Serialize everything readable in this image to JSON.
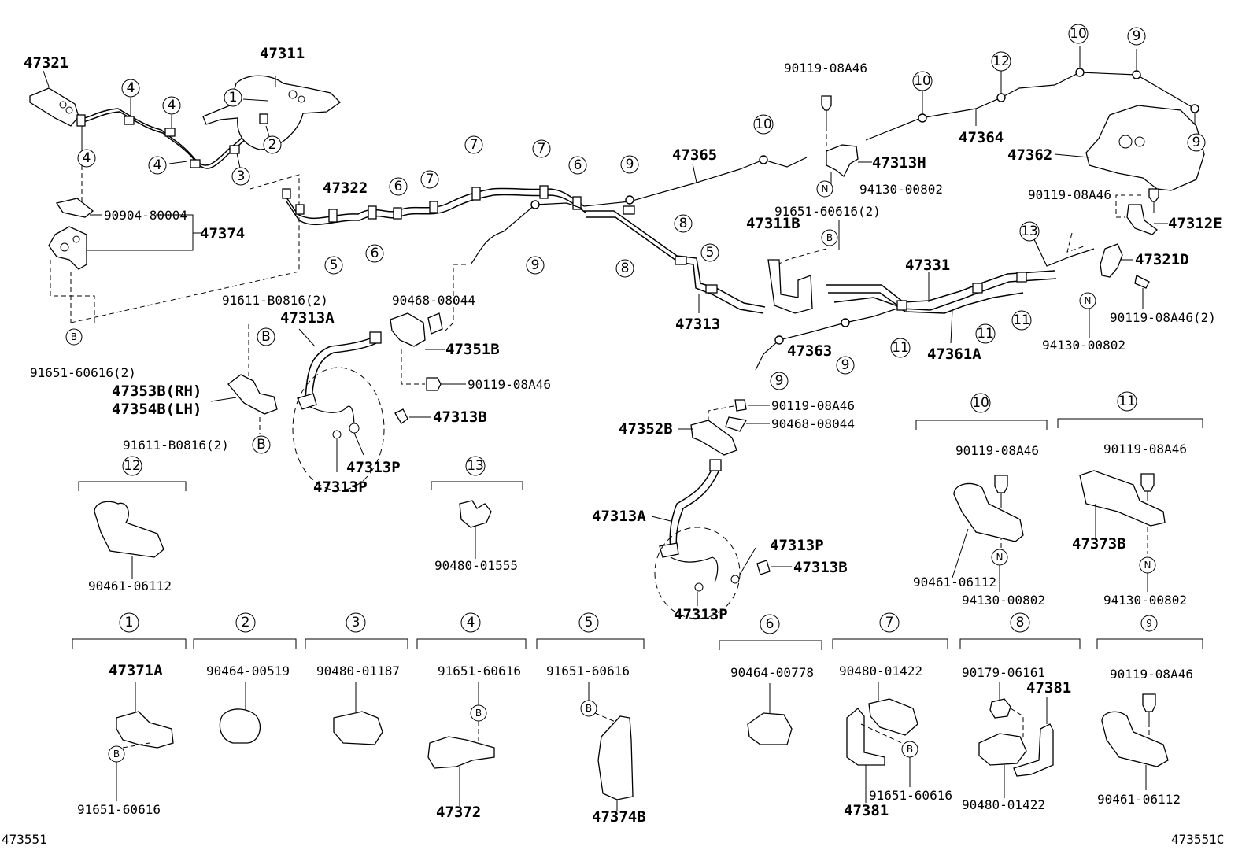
{
  "labels": {
    "p47321": "47321",
    "p47311": "47311",
    "p90904": "90904-80004",
    "p47374": "47374",
    "p91651_l": "91651-60616(2)",
    "p47322": "47322",
    "p91611_top": "91611-B0816(2)",
    "p47313A_1": "47313A",
    "p47353B": "47353B(RH)",
    "p47354B": "47354B(LH)",
    "p91611_bot": "91611-B0816(2)",
    "p47313B_1": "47313B",
    "p47313P_1": "47313P",
    "p47313P_2": "47313P",
    "p90468_1": "90468-08044",
    "p47351B": "47351B",
    "p90119_a": "90119-08A46",
    "p47365": "47365",
    "p90119_top": "90119-08A46",
    "p47313H": "47313H",
    "p94130_top": "94130-00802",
    "p91651_mid": "91651-60616(2)",
    "p47311B": "47311B",
    "p47313": "47313",
    "p47331": "47331",
    "p47363": "47363",
    "p47361A": "47361A",
    "p47364": "47364",
    "p47362": "47362",
    "p90119_right": "90119-08A46",
    "p47312E": "47312E",
    "p47321D": "47321D",
    "p90119_right2": "90119-08A46(2)",
    "p94130_right": "94130-00802",
    "p90119_b": "90119-08A46",
    "p90468_2": "90468-08044",
    "p47352B": "47352B",
    "p47313A_2": "47313A",
    "p47313P_3": "47313P",
    "p47313B_2": "47313B",
    "p47313P_4": "47313P",
    "p90461_12": "90461-06112",
    "p90480_01555": "90480-01555",
    "p90119_10": "90119-08A46",
    "p90461_10": "90461-06112",
    "p94130_10": "94130-00802",
    "p90119_11": "90119-08A46",
    "p47373B": "47373B",
    "p94130_11": "94130-00802",
    "p47371A": "47371A",
    "p91651_1": "91651-60616",
    "p90464_00519": "90464-00519",
    "p90480_01187": "90480-01187",
    "p91651_4": "91651-60616",
    "p47372": "47372",
    "p91651_5": "91651-60616",
    "p47374B": "47374B",
    "p90464_00778": "90464-00778",
    "p90480_01422a": "90480-01422",
    "p91651_7": "91651-60616",
    "p47381a": "47381",
    "p90179": "90179-06161",
    "p47381b": "47381",
    "p90480_01422b": "90480-01422",
    "p90119_9": "90119-08A46",
    "p90461_9": "90461-06112",
    "footer_left": "473551",
    "footer_right": "473551C"
  },
  "keys": {
    "k1": "1",
    "k2": "2",
    "k3": "3",
    "k4": "4",
    "k5": "5",
    "k6": "6",
    "k7": "7",
    "k8": "8",
    "k9": "9",
    "k10": "10",
    "k11": "11",
    "k12": "12",
    "k13": "13",
    "b": "B",
    "n": "N",
    "k6_partial": "6"
  },
  "colors": {
    "ink": "#000000",
    "paper": "#ffffff"
  }
}
